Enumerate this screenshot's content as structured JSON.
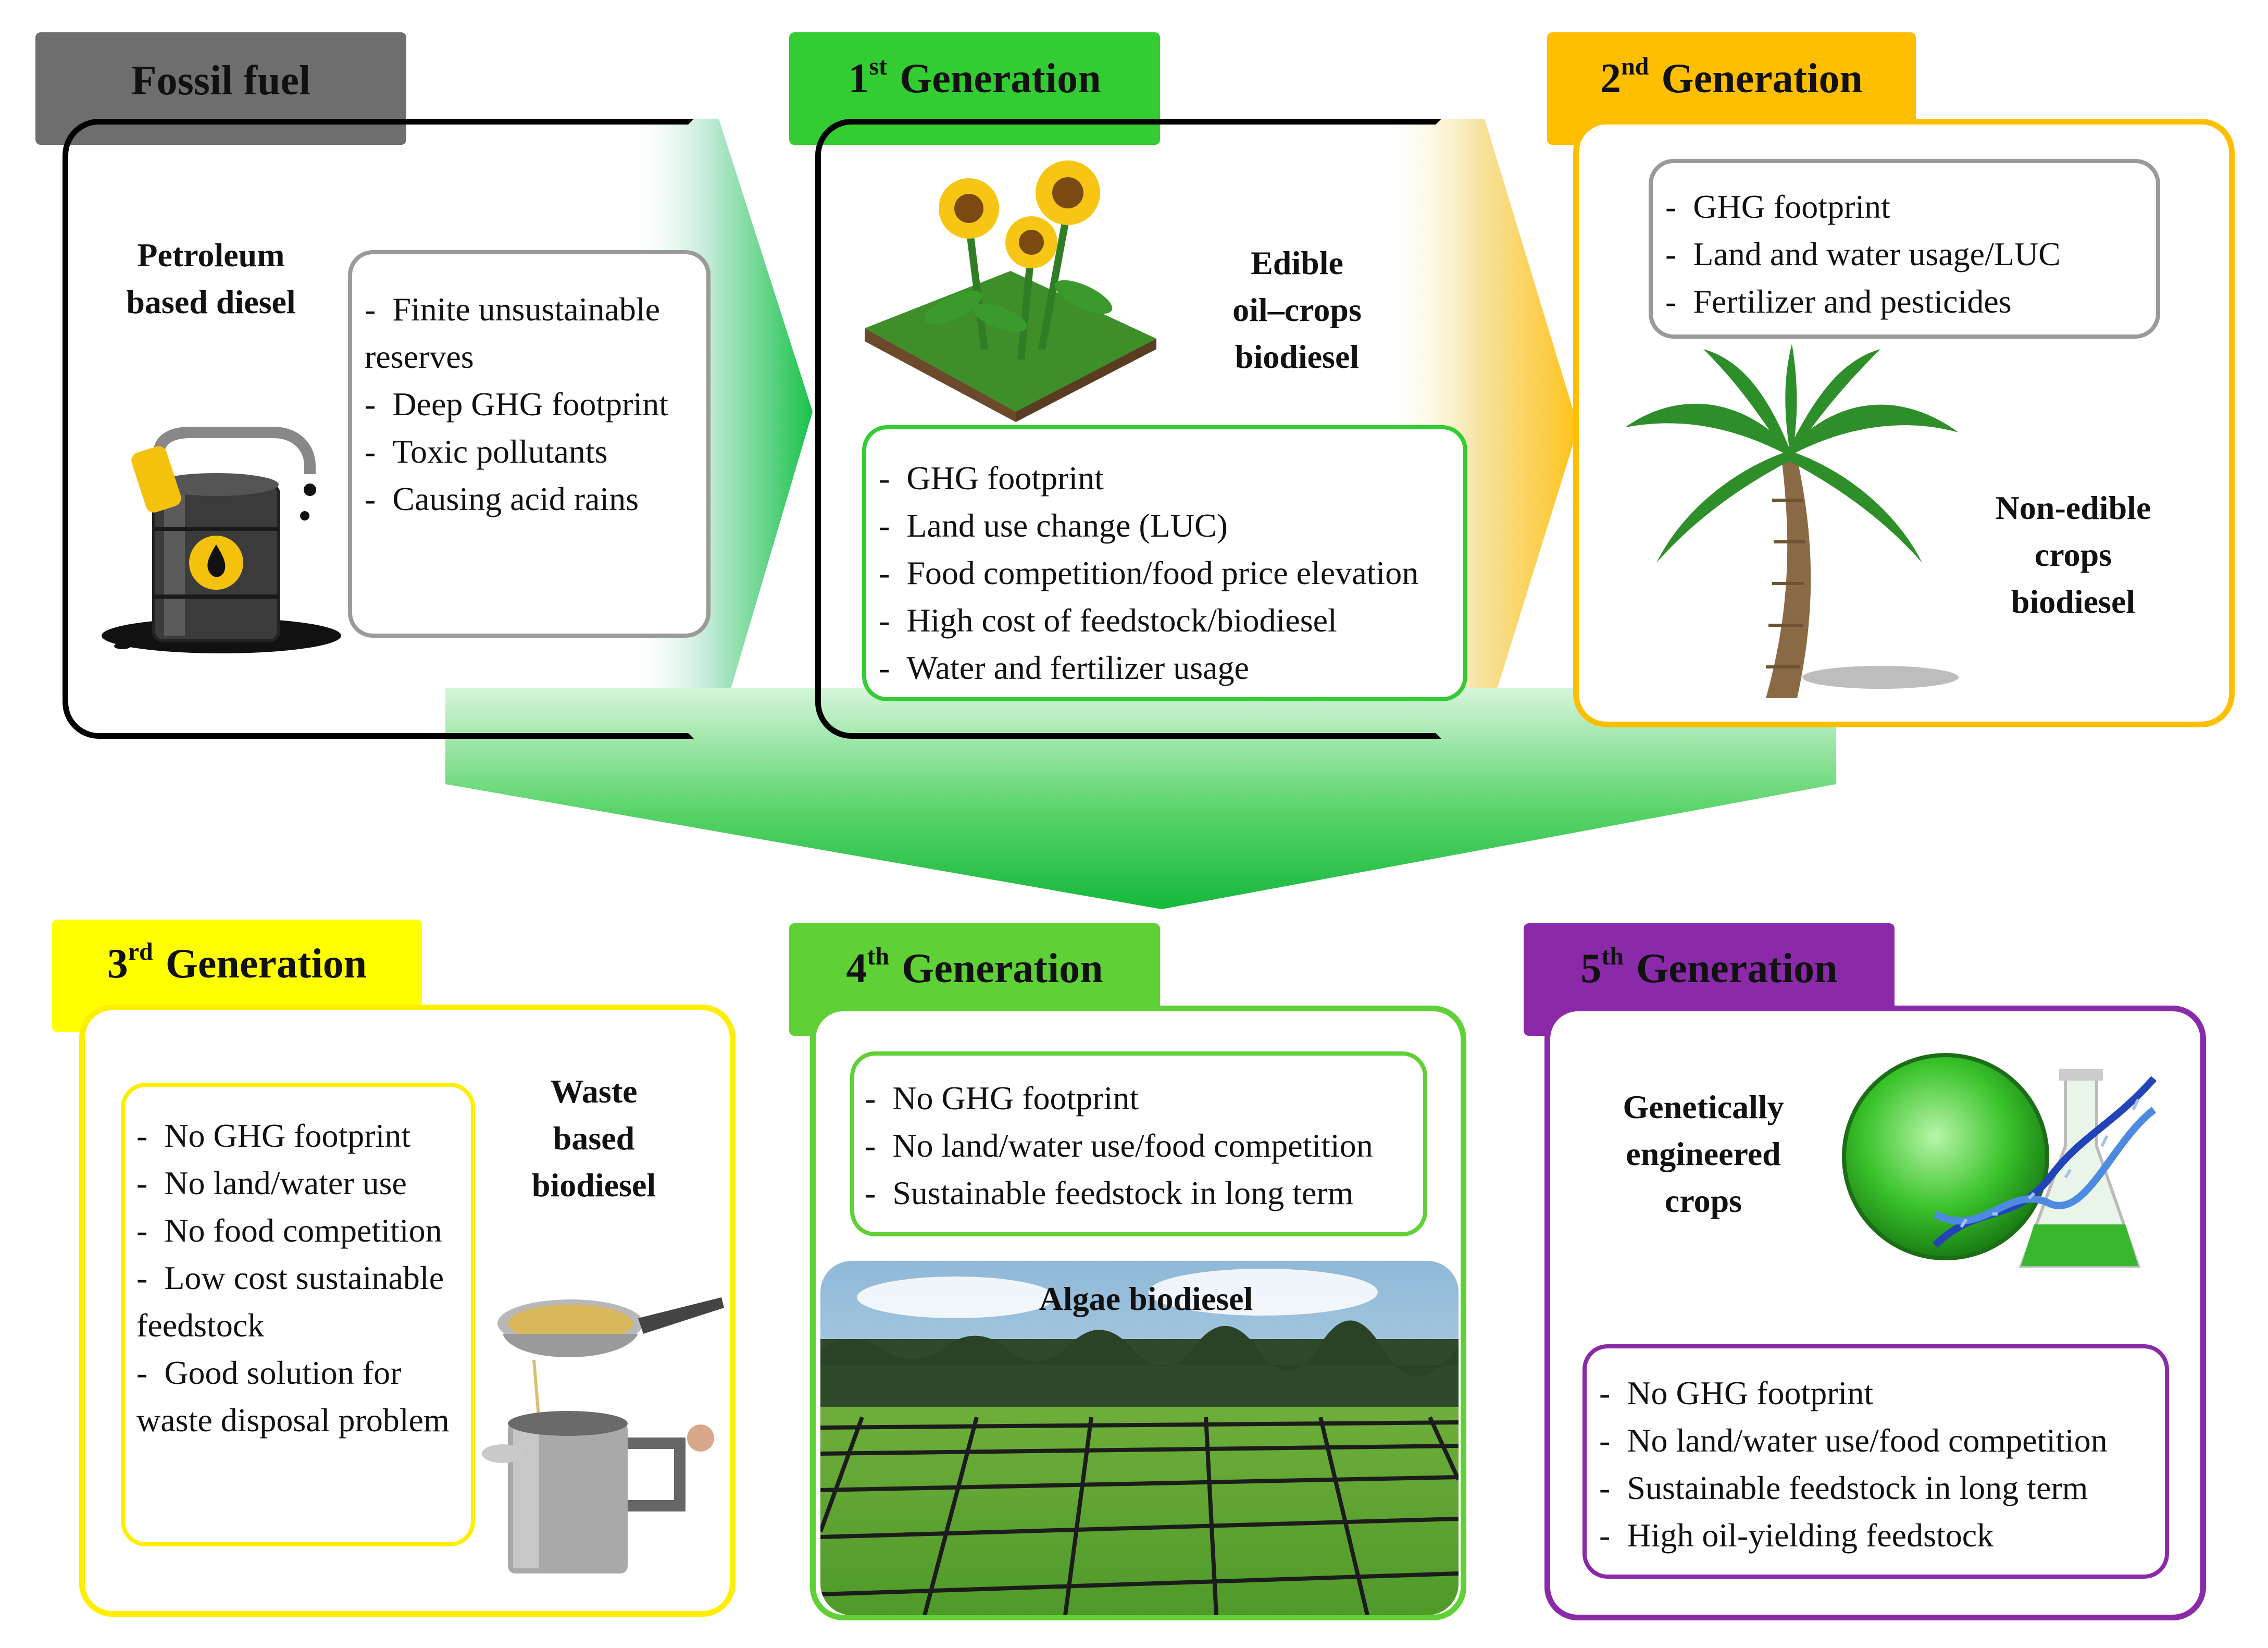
{
  "fossil": {
    "tab": "Fossil fuel",
    "label_line1": "Petroleum",
    "label_line2": "based diesel",
    "items": [
      "Finite unsustainable reserves",
      "Deep GHG footprint",
      "Toxic pollutants",
      "Causing acid rains"
    ]
  },
  "gen1": {
    "tab_num": "1",
    "tab_sup": "st",
    "tab_word": "Generation",
    "label_line1": "Edible",
    "label_line2": "oil–crops",
    "label_line3": "biodiesel",
    "items": [
      "GHG footprint",
      "Land use change (LUC)",
      "Food competition/food price elevation",
      "High cost of feedstock/biodiesel",
      "Water and fertilizer usage"
    ]
  },
  "gen2": {
    "tab_num": "2",
    "tab_sup": "nd",
    "tab_word": "Generation",
    "label_line1": "Non-edible",
    "label_line2": "crops",
    "label_line3": "biodiesel",
    "items": [
      "GHG footprint",
      "Land and water usage/LUC",
      "Fertilizer and pesticides"
    ]
  },
  "gen3": {
    "tab_num": "3",
    "tab_sup": "rd",
    "tab_word": "Generation",
    "label_line1": "Waste",
    "label_line2": "based",
    "label_line3": "biodiesel",
    "items": [
      "No GHG footprint",
      "No land/water use",
      "No food competition",
      "Low cost sustainable feedstock",
      "Good solution for waste disposal problem"
    ]
  },
  "gen4": {
    "tab_num": "4",
    "tab_sup": "th",
    "tab_word": "Generation",
    "image_label": "Algae biodiesel",
    "items": [
      "No GHG footprint",
      "No land/water use/food competition",
      "Sustainable feedstock in long term"
    ]
  },
  "gen5": {
    "tab_num": "5",
    "tab_sup": "th",
    "tab_word": "Generation",
    "label_line1": "Genetically",
    "label_line2": "engineered",
    "label_line3": "crops",
    "items": [
      "No GHG footprint",
      "No land/water use/food competition",
      "Sustainable feedstock in long term",
      "High oil-yielding feedstock"
    ]
  },
  "colors": {
    "fossil": "#6e6e6e",
    "gen1": "#33cc33",
    "gen2": "#ffbf00",
    "gen3": "#ffff00",
    "gen4": "#5fd035",
    "gen5": "#8a2aa8",
    "arrow": "#19c24a"
  }
}
